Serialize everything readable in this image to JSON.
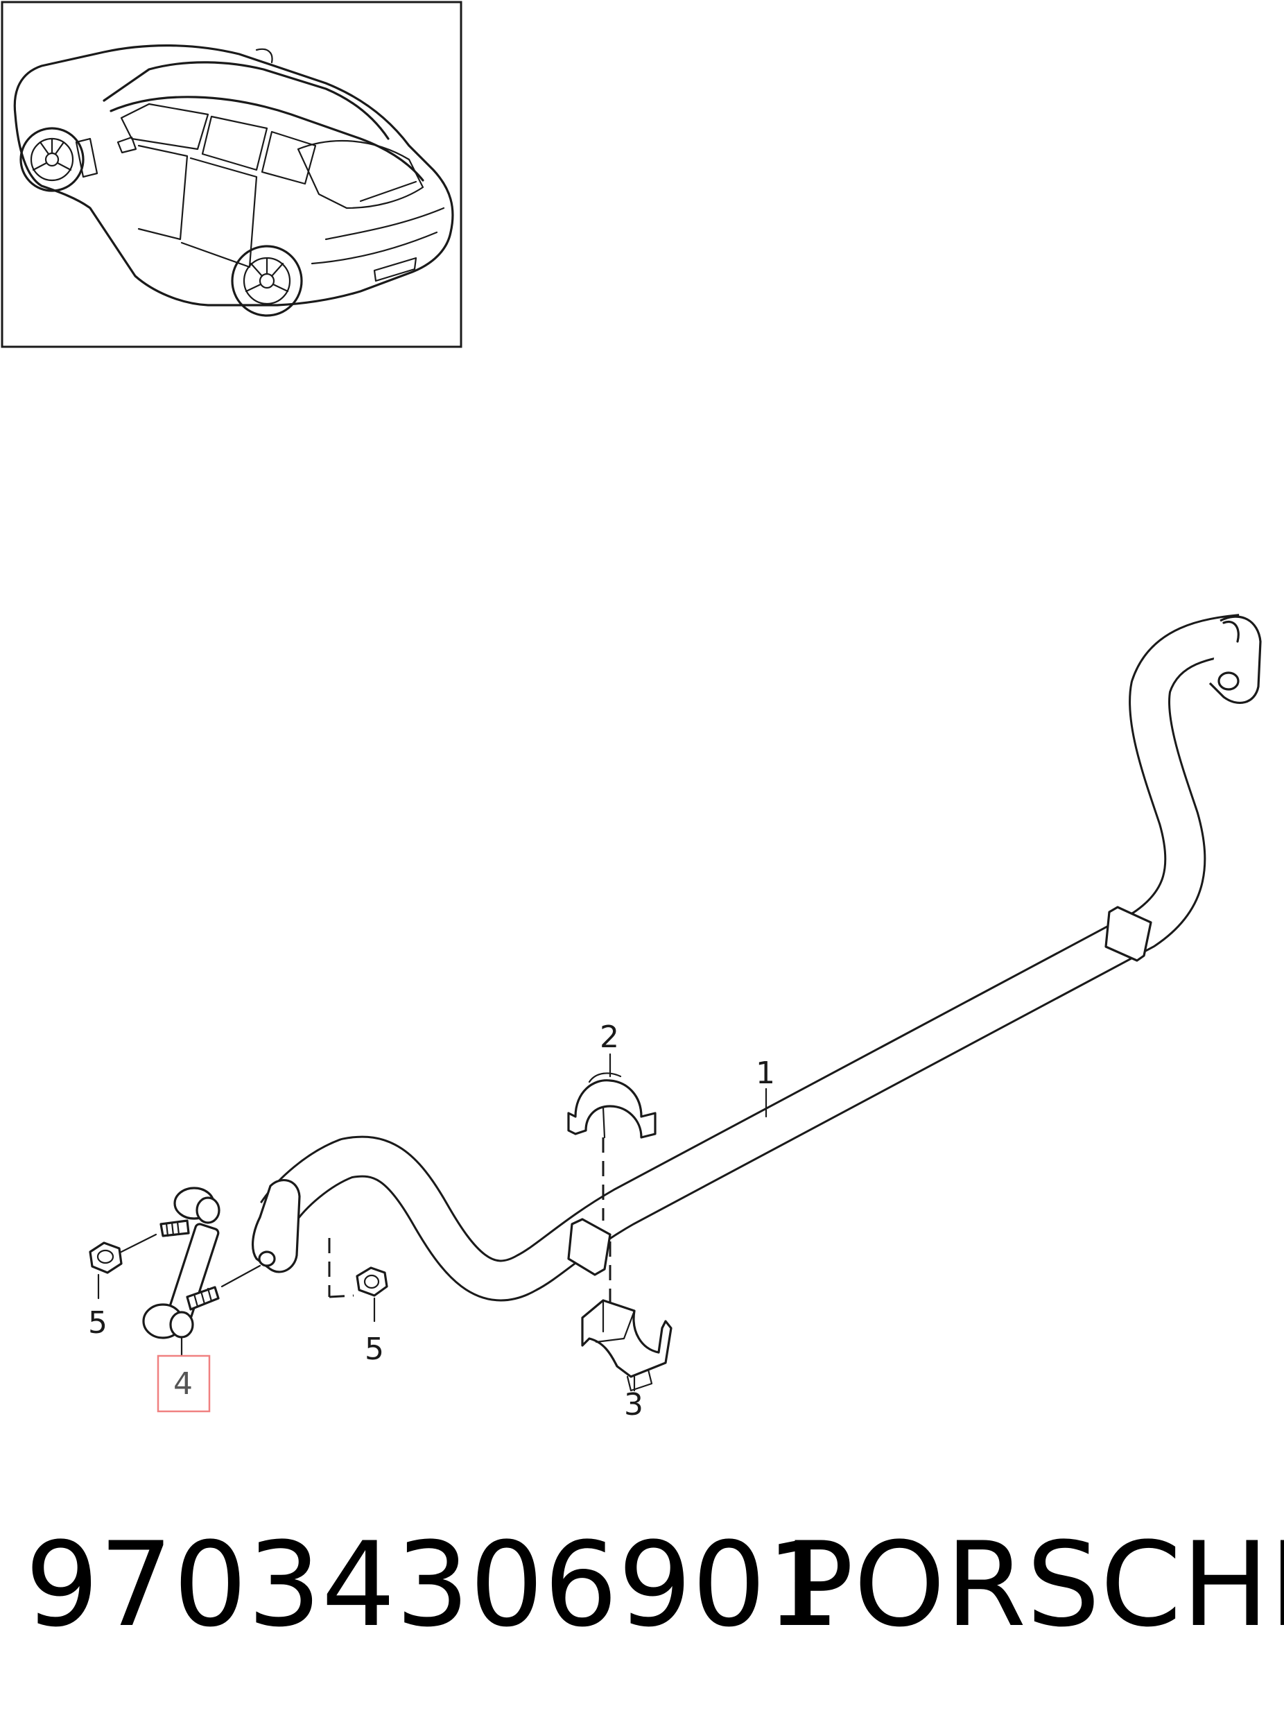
{
  "callouts": {
    "c1": "1",
    "c2": "2",
    "c3": "3",
    "c4": "4",
    "c5_left": "5",
    "c5_right": "5"
  },
  "highlight_color": "#f08080",
  "part_number": "97034306901",
  "brand": "PORSCHE"
}
